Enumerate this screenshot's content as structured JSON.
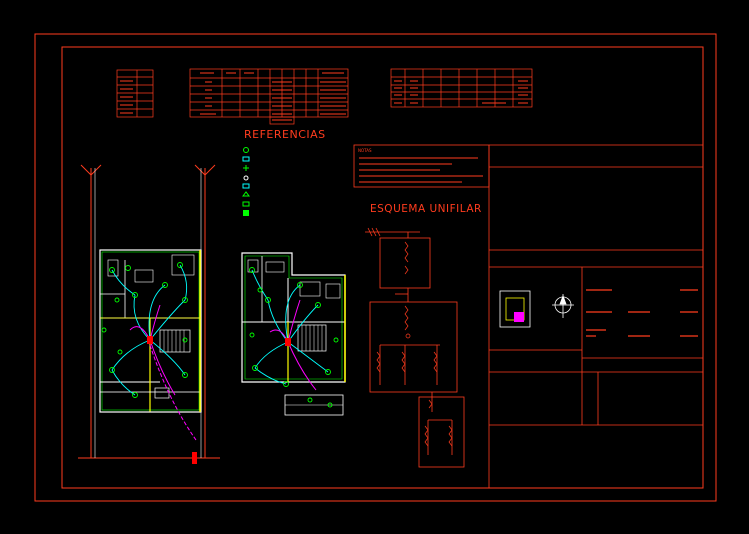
{
  "headings": {
    "referencias": "REFERENCIAS",
    "esquema": "ESQUEMA UNIFILAR"
  },
  "notes_title": "NOTAS",
  "colors": {
    "background": "#000000",
    "frame": "#ff3c1e",
    "walls": "#ffffff",
    "circuits": "#ff00ff",
    "fixtures": "#00ffff",
    "green": "#00ff00",
    "yellow": "#ffff00",
    "red": "#ff0000"
  },
  "symbol_icons": [
    "lamp-icon",
    "switch-icon",
    "outlet-icon",
    "wall-lamp-icon",
    "fan-icon",
    "bell-icon",
    "meter-icon",
    "ground-icon"
  ]
}
